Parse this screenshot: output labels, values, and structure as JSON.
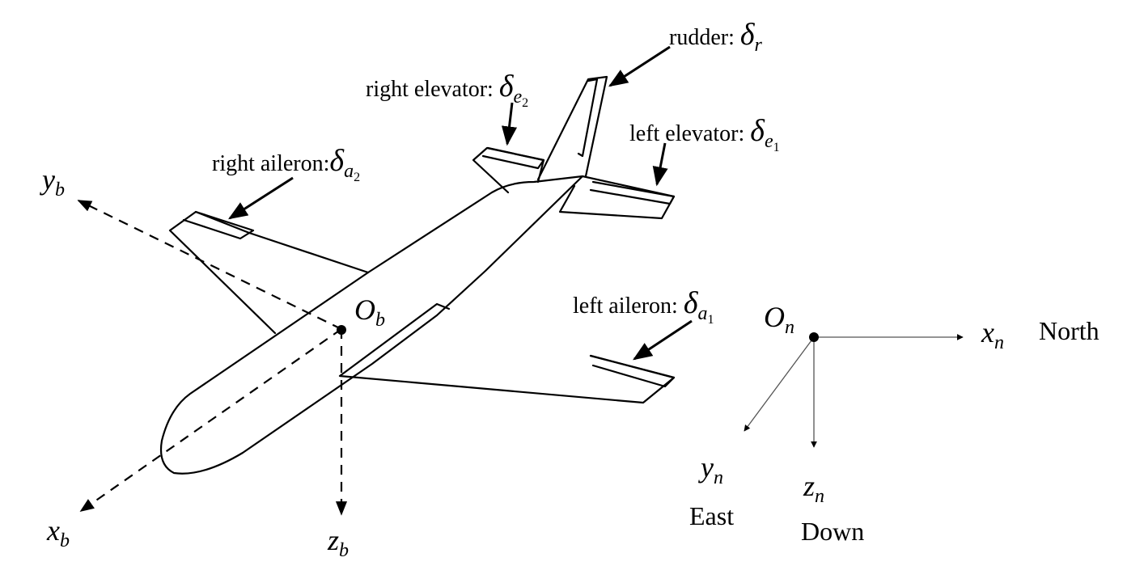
{
  "labels": {
    "rudder": {
      "text": "rudder:",
      "sym": "δ",
      "sub": "r",
      "subsub": ""
    },
    "right_elevator": {
      "text": "right elevator:",
      "sym": "δ",
      "sub": "e",
      "subsub": "2"
    },
    "left_elevator": {
      "text": "left elevator:",
      "sym": "δ",
      "sub": "e",
      "subsub": "1"
    },
    "right_aileron": {
      "text": "right aileron:",
      "sym": "δ",
      "sub": "a",
      "subsub": "2"
    },
    "left_aileron": {
      "text": "left aileron:",
      "sym": "δ",
      "sub": "a",
      "subsub": "1"
    }
  },
  "body_frame": {
    "origin": {
      "base": "O",
      "sub": "b"
    },
    "x": {
      "base": "x",
      "sub": "b"
    },
    "y": {
      "base": "y",
      "sub": "b"
    },
    "z": {
      "base": "z",
      "sub": "b"
    }
  },
  "nav_frame": {
    "origin": {
      "base": "O",
      "sub": "n"
    },
    "x": {
      "base": "x",
      "sub": "n",
      "dir": "North"
    },
    "y": {
      "base": "y",
      "sub": "n",
      "dir": "East"
    },
    "z": {
      "base": "z",
      "sub": "n",
      "dir": "Down"
    }
  },
  "colors": {
    "line": "#000000",
    "nav_axis": "#555555",
    "background": "#ffffff"
  }
}
